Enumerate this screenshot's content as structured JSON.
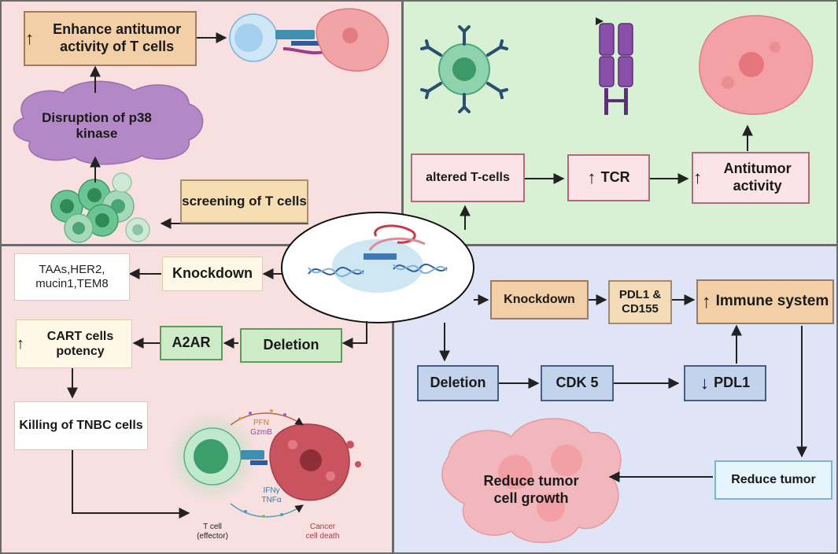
{
  "top_left": {
    "enhance": "Enhance antitumor activity of T cells",
    "disruption": "Disruption of p38 kinase",
    "screening": "screening of T cells"
  },
  "top_right": {
    "altered": "altered T-cells",
    "tcr": "TCR",
    "antitumor": "Antitumor activity"
  },
  "bottom_left": {
    "taas": "TAAs,HER2, mucin1,TEM8",
    "knockdown": "Knockdown",
    "cart": "CART cells potency",
    "a2ar": "A2AR",
    "deletion": "Deletion",
    "killing": "Killing of TNBC cells",
    "pfn": "PFN",
    "gzmb": "GzmB",
    "ifny": "IFNγ",
    "tnfa": "TNFα",
    "tcell_label": "T cell",
    "tcell_sub": "(effector)",
    "cancer_label": "Cancer",
    "cancer_sub": "cell death"
  },
  "bottom_right": {
    "knockdown": "Knockdown",
    "pdl1_cd155": "PDL1 & CD155",
    "immune": "Immune system",
    "deletion": "Deletion",
    "cdk5": "CDK 5",
    "pdl1": "PDL1",
    "reduce_tumor": "Reduce tumor",
    "reduce_growth": "Reduce tumor cell growth"
  },
  "colors": {
    "pink_panel": "#f8dfe0",
    "green_panel": "#d8f1d5",
    "blue_panel": "#dfe5f6"
  }
}
